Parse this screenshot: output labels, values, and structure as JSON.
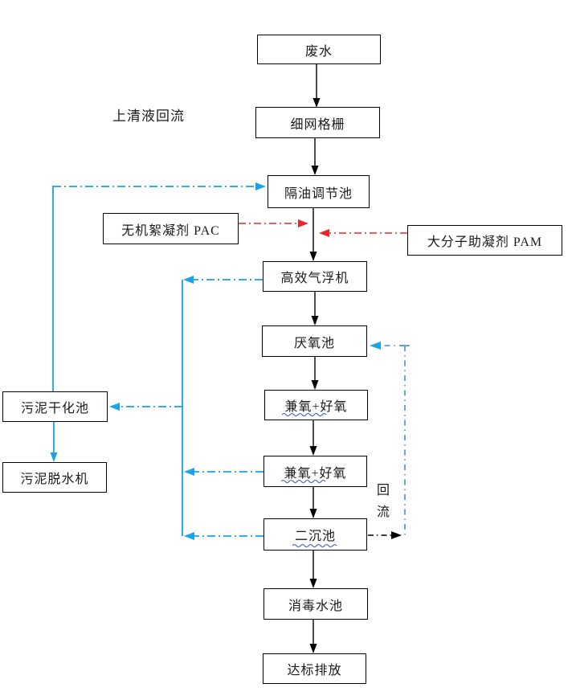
{
  "diagram": {
    "annotations": {
      "supernatant_reflux": "上清液回流",
      "reflux": "回流"
    },
    "nodes": {
      "wastewater": "废水",
      "fine_mesh_screen": "细网格栅",
      "oil_separation_regulating_tank": "隔油调节池",
      "pac_dosing": "无机絮凝剂 PAC",
      "pam_dosing": "大分子助凝剂 PAM",
      "air_flotation_machine": "高效气浮机",
      "anaerobic_tank": "厌氧池",
      "facultative_aerobic_1": "兼氧+好氧",
      "facultative_aerobic_2": "兼氧+好氧",
      "sludge_drying_tank": "污泥干化池",
      "sludge_dewatering_machine": "污泥脱水机",
      "secondary_sedimentation_tank": "二沉池",
      "disinfection_tank": "消毒水池",
      "standard_discharge": "达标排放"
    },
    "colors": {
      "line_black": "#000000",
      "flow_blue": "#1aa3e6",
      "reflux_blue": "#5b9bd5",
      "chem_red": "#e8262b",
      "squiggle_blue": "#3a5fcd",
      "background": "#ffffff"
    }
  }
}
